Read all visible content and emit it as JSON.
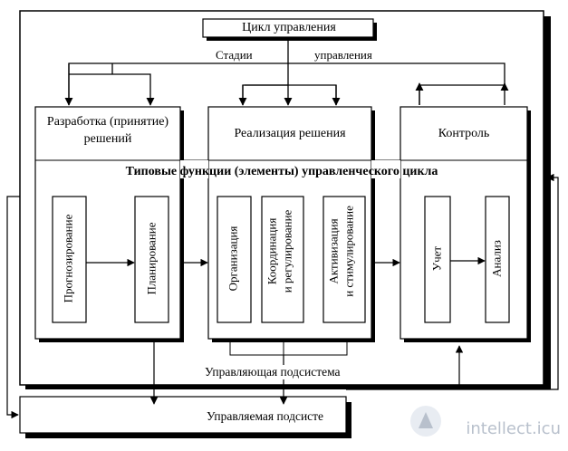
{
  "diagram": {
    "title": "Цикл управления",
    "stages_label_left": "Стадии",
    "stages_label_right": "управления",
    "stage_development_line1": "Разработка (принятие)",
    "stage_development_line2": "решений",
    "stage_implementation": "Реализация решения",
    "stage_control": "Контроль",
    "functions_header": "Типовые функции (элементы) управленческого цикла",
    "func_forecasting": "Прогнозирование",
    "func_planning": "Планирование",
    "func_organization": "Организация",
    "func_coordination_line1": "Координация",
    "func_coordination_line2": "и регулирование",
    "func_activation_line1": "Активизация",
    "func_activation_line2": "и стимулирование",
    "func_accounting": "Учет",
    "func_analysis": "Анализ",
    "managing_subsystem": "Управляющая подсистема",
    "managed_subsystem": "Управляемая подсисте",
    "watermark": "intellect.icu"
  }
}
